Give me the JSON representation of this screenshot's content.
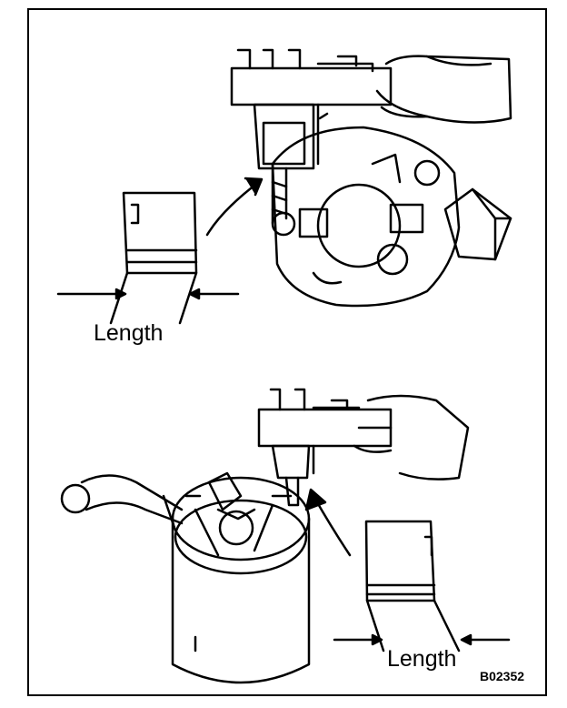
{
  "labels": {
    "length_top": "Length",
    "length_bottom": "Length",
    "figure_code": "B02352"
  },
  "colors": {
    "line": "#000000",
    "background": "#ffffff"
  }
}
